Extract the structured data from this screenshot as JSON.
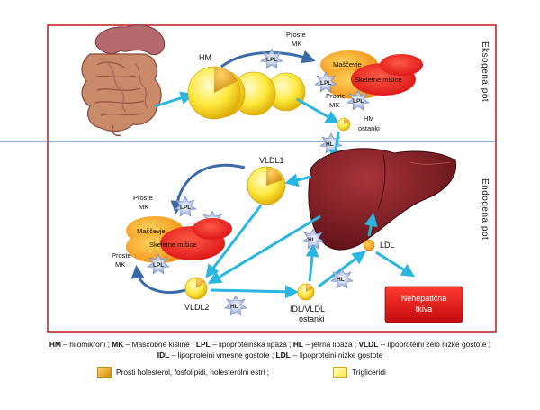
{
  "sections": {
    "exogenous": "Eksogena pot",
    "endogenous": "Endogena pot"
  },
  "labels": {
    "hm": "HM",
    "prosteMk": [
      "Proste",
      "MK"
    ],
    "hmOstanki": [
      "HM",
      "ostanki"
    ],
    "vldl1": "VLDL1",
    "vldl2": "VLDL2",
    "idl": [
      "IDL/VLDL",
      "ostanki"
    ],
    "ldl": "LDL",
    "masceve": "Maščevje",
    "skeletal": "Skeletne mišice",
    "nonHepatic": [
      "Nehepatična",
      "tkiva"
    ]
  },
  "enzymes": {
    "lpl": "LPL",
    "hl": "HL"
  },
  "legend": {
    "line1": [
      {
        "abbr": "HM",
        "text": " – hilomikroni ; "
      },
      {
        "abbr": "MK",
        "text": " – Maščobne kisline ; "
      },
      {
        "abbr": "LPL",
        "text": " – lipoproteinska lipaza ; "
      },
      {
        "abbr": "HL",
        "text": " – jetrna lipaza ; "
      },
      {
        "abbr": "VLDL",
        "text": " -- lipoproteini zelo nizke gostote ;"
      }
    ],
    "line2": [
      {
        "abbr": "IDL",
        "text": " – lipoproteini vmesne gostote ; "
      },
      {
        "abbr": "LDL",
        "text": " -- lipoproteini nizke gostote"
      }
    ],
    "keys": [
      {
        "label": "Prosti holesterol, fosfolipidi, holesterolni estri ;",
        "color": "#f5c23a"
      },
      {
        "label": "Trigliceridi",
        "color": "#ffe93c"
      }
    ]
  },
  "colors": {
    "frame": "#c0181c",
    "divider": "#4f86c6",
    "arrow": "#29b6e0",
    "liver": "#7a1e24",
    "yellow": "#ffe93c",
    "orange": "#f39a1e",
    "red": "#e8141a"
  }
}
